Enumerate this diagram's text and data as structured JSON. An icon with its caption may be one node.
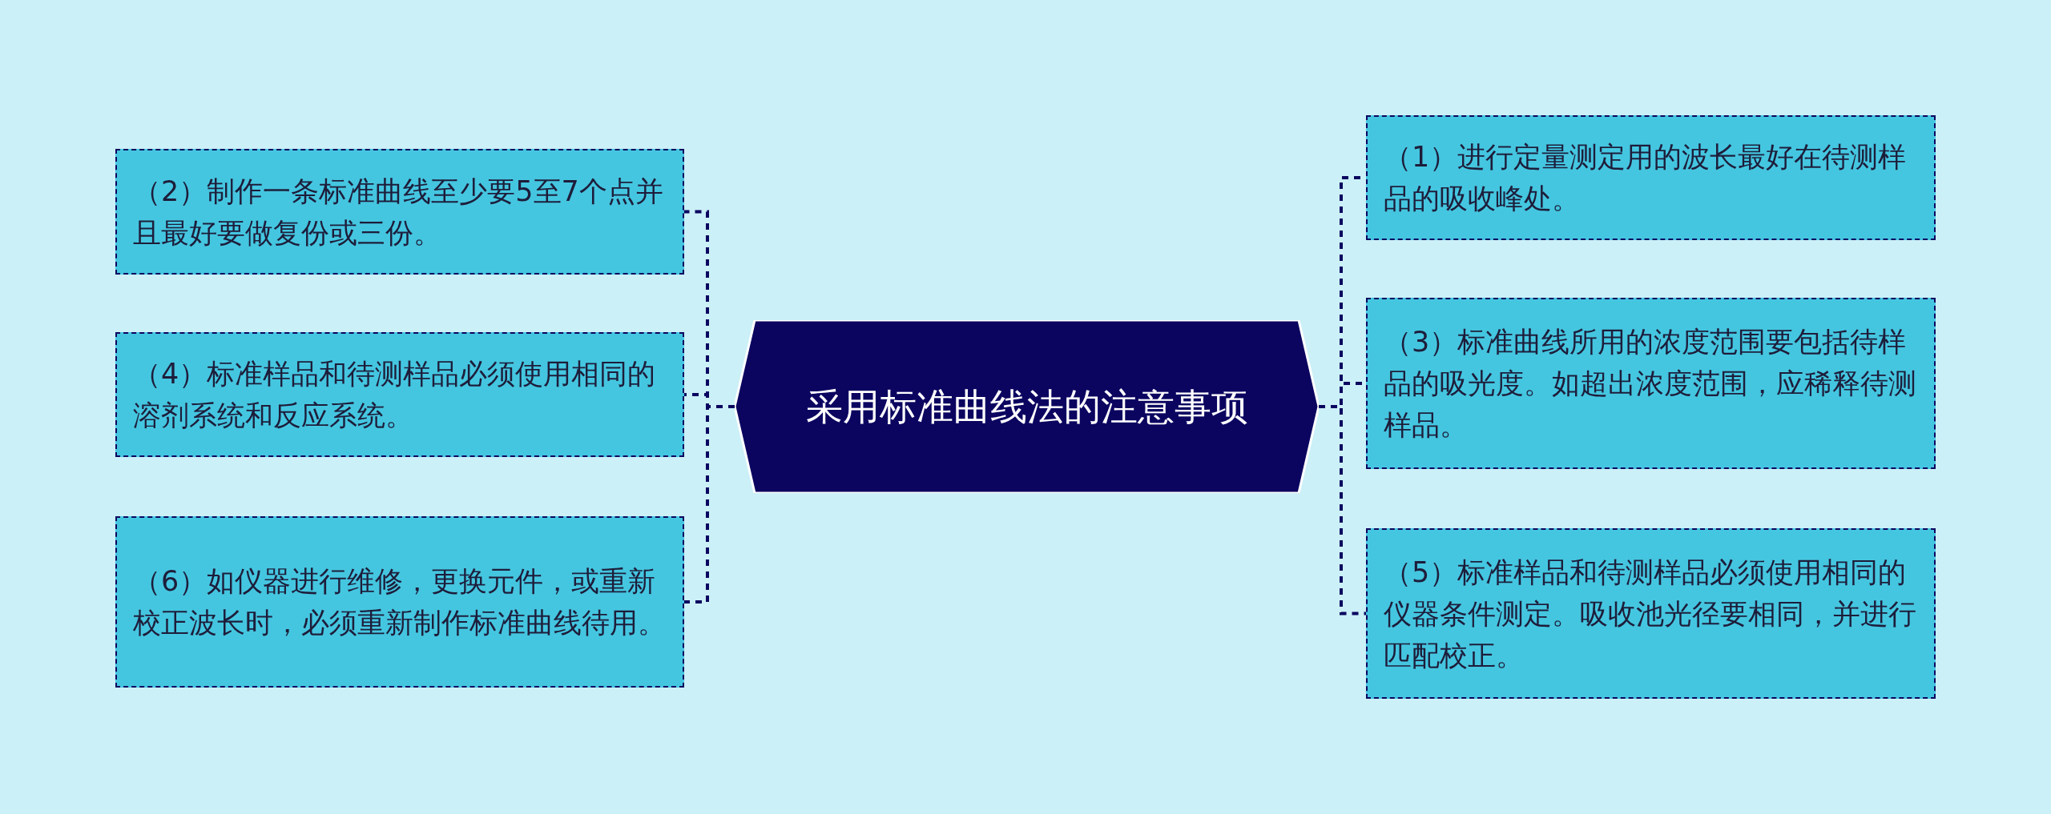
{
  "diagram": {
    "nodes": [
      {
        "text": [
          "采用标准曲线法的注意事项"
        ]
      },
      {
        "text": [
          "（2）制作一条标准曲线至少要5至7个点并且最好要做复份或三份。"
        ]
      },
      {
        "text": [
          "（4）标准样品和待测样品必须使用相同的溶剂系统和反应系统。"
        ]
      },
      {
        "text": [
          "（6）如仪器进行维修，更换元件，或重新校正波长时，必须重新制作标准曲线待用。"
        ]
      },
      {
        "text": [
          "（1）进行定量测定用的波长最好在待测样品的吸收峰处。"
        ]
      },
      {
        "text": [
          "（3）标准曲线所用的浓度范围要包括待样品的吸光度。如超出浓度范围，应稀释待测样品。"
        ]
      },
      {
        "text": [
          "（5）标准样品和待测样品必须使用相同的仪器条件测定。吸收池光径要相同，并进行匹配校正。"
        ]
      }
    ],
    "edges": [
      {
        "from": 0,
        "to": 1,
        "arrow": "none",
        "style": "dashed"
      },
      {
        "from": 0,
        "to": 2,
        "arrow": "none",
        "style": "dashed"
      },
      {
        "from": 0,
        "to": 3,
        "arrow": "none",
        "style": "dashed"
      },
      {
        "from": 0,
        "to": 4,
        "arrow": "none",
        "style": "dashed"
      },
      {
        "from": 0,
        "to": 5,
        "arrow": "none",
        "style": "dashed"
      },
      {
        "from": 0,
        "to": 6,
        "arrow": "none",
        "style": "dashed"
      }
    ]
  }
}
